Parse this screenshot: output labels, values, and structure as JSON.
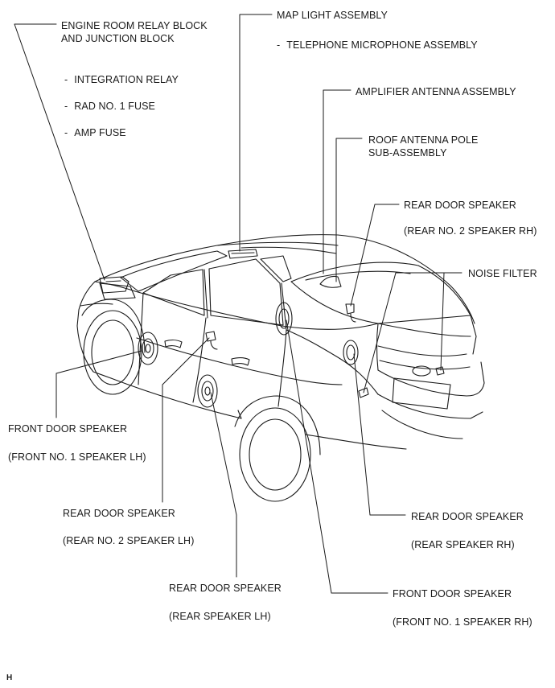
{
  "callouts": {
    "engine_room": {
      "title_line1": "ENGINE ROOM RELAY BLOCK",
      "title_line2": "AND JUNCTION BLOCK"
    },
    "sub_items": {
      "dash": "-",
      "integration_relay": "INTEGRATION RELAY",
      "rad_fuse": "RAD NO. 1 FUSE",
      "amp_fuse": "AMP FUSE"
    },
    "map_light": {
      "title": "MAP LIGHT ASSEMBLY",
      "sub_dash": "-",
      "sub_item": "TELEPHONE MICROPHONE ASSEMBLY"
    },
    "amplifier_antenna": {
      "title": "AMPLIFIER ANTENNA ASSEMBLY"
    },
    "roof_antenna": {
      "title_line1": "ROOF ANTENNA POLE",
      "title_line2": "SUB-ASSEMBLY"
    },
    "rear_door_rh_no2": {
      "title": "REAR DOOR SPEAKER",
      "sub": "(REAR NO. 2 SPEAKER RH)"
    },
    "noise_filter": {
      "title": "NOISE FILTER"
    },
    "front_door_lh": {
      "title": "FRONT DOOR SPEAKER",
      "sub": "(FRONT NO. 1 SPEAKER LH)"
    },
    "rear_door_lh_no2": {
      "title": "REAR DOOR SPEAKER",
      "sub": "(REAR NO. 2 SPEAKER LH)"
    },
    "rear_door_rh": {
      "title": "REAR DOOR SPEAKER",
      "sub": "(REAR SPEAKER RH)"
    },
    "rear_door_lh": {
      "title": "REAR DOOR SPEAKER",
      "sub": "(REAR SPEAKER LH)"
    },
    "front_door_rh": {
      "title": "FRONT DOOR SPEAKER",
      "sub": "(FRONT NO. 1 SPEAKER RH)"
    }
  },
  "footer_code": "H",
  "colors": {
    "ink": "#1a1a1a",
    "background": "#ffffff"
  }
}
